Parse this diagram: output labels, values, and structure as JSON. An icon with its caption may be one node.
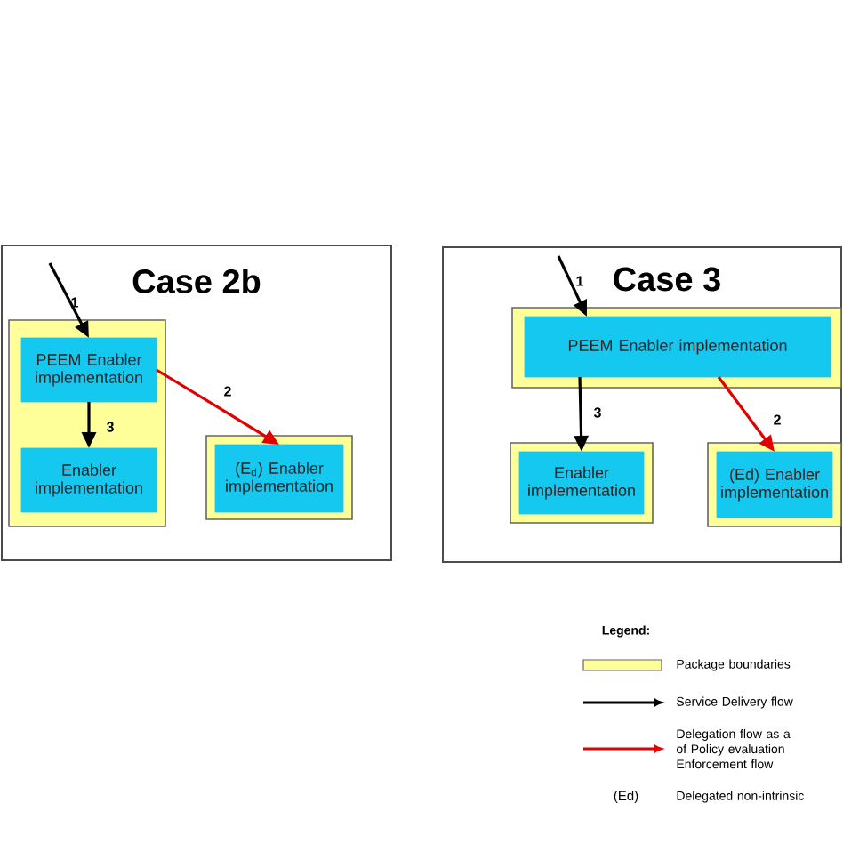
{
  "diagram": {
    "nodes": [
      {
        "text": [
          "Case 2b"
        ]
      },
      {
        "text": [],
        "shape": "box",
        "in": 0
      },
      {
        "text": [
          "PEEM Enabler implementation"
        ],
        "in": 1
      },
      {
        "text": [
          "Enabler implementation"
        ],
        "in": 1
      },
      {
        "text": [],
        "shape": "box",
        "in": 0
      },
      {
        "text": [
          "(E$_{d}$) Enabler implementation"
        ],
        "in": 4
      },
      {
        "text": [
          "Case 3"
        ]
      },
      {
        "text": [],
        "shape": "box",
        "in": 6
      },
      {
        "text": [
          "PEEM Enabler implementation"
        ],
        "in": 7
      },
      {
        "text": [],
        "shape": "box",
        "in": 6
      },
      {
        "text": [
          "Enabler implementation"
        ],
        "in": 9
      },
      {
        "text": [],
        "shape": "box",
        "in": 6
      },
      {
        "text": [
          "(Ed) Enabler implementation"
        ],
        "in": 11
      }
    ],
    "edges": [
      {
        "from": null,
        "to": 2,
        "arrow": "to",
        "label": "1"
      },
      {
        "from": 2,
        "to": 5,
        "arrow": "to",
        "label": "2",
        "color": "#e00000"
      },
      {
        "from": 2,
        "to": 3,
        "arrow": "to",
        "label": "3"
      },
      {
        "from": null,
        "to": 8,
        "arrow": "to",
        "label": "1"
      },
      {
        "from": 8,
        "to": 12,
        "arrow": "to",
        "label": "2",
        "color": "#e00000"
      },
      {
        "from": 8,
        "to": 10,
        "arrow": "to",
        "label": "3"
      }
    ],
    "labels": [
      "Legend:",
      "(Ed)"
    ],
    "legend": [
      {
        "text": "Package boundaries",
        "color": "#ffff99"
      },
      {
        "text": "Service Delivery flow"
      },
      {
        "text": "Delegation flow as a of Policy evaluation Enforcement flow"
      },
      {
        "text": "Delegated non-intrinsic"
      }
    ]
  }
}
